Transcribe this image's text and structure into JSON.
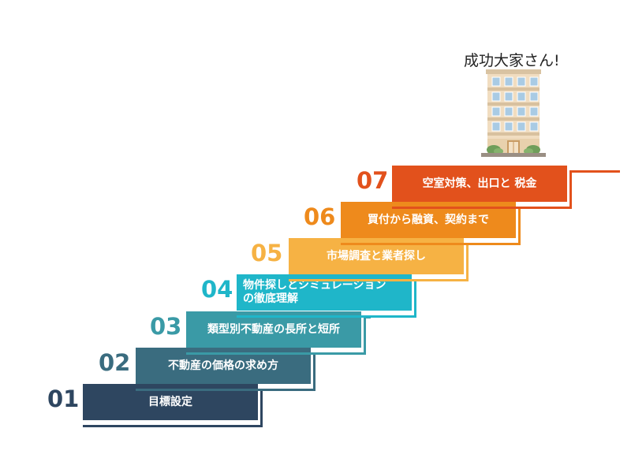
{
  "goal": {
    "label": "成功大家さん!"
  },
  "steps": [
    {
      "number": "01",
      "label": "目標設定",
      "color": "#2e4660"
    },
    {
      "number": "02",
      "label": "不動産の価格の求め方",
      "color": "#3a6c7f"
    },
    {
      "number": "03",
      "label": "類型別不動産の長所と短所",
      "color": "#3a9aa6"
    },
    {
      "number": "04",
      "label": "物件探しとシミュレーション\nの徹底理解",
      "color": "#1fb6c9"
    },
    {
      "number": "05",
      "label": "市場調査と業者探し",
      "color": "#f6b244"
    },
    {
      "number": "06",
      "label": "買付から融資、契約まで",
      "color": "#ee8a1c"
    },
    {
      "number": "07",
      "label": "空室対策、出口と 税金",
      "color": "#e2511c"
    }
  ],
  "building": {
    "icon": "apartment-building-icon",
    "wall_color": "#f1ddc0",
    "window_color": "#a9cbe4"
  }
}
